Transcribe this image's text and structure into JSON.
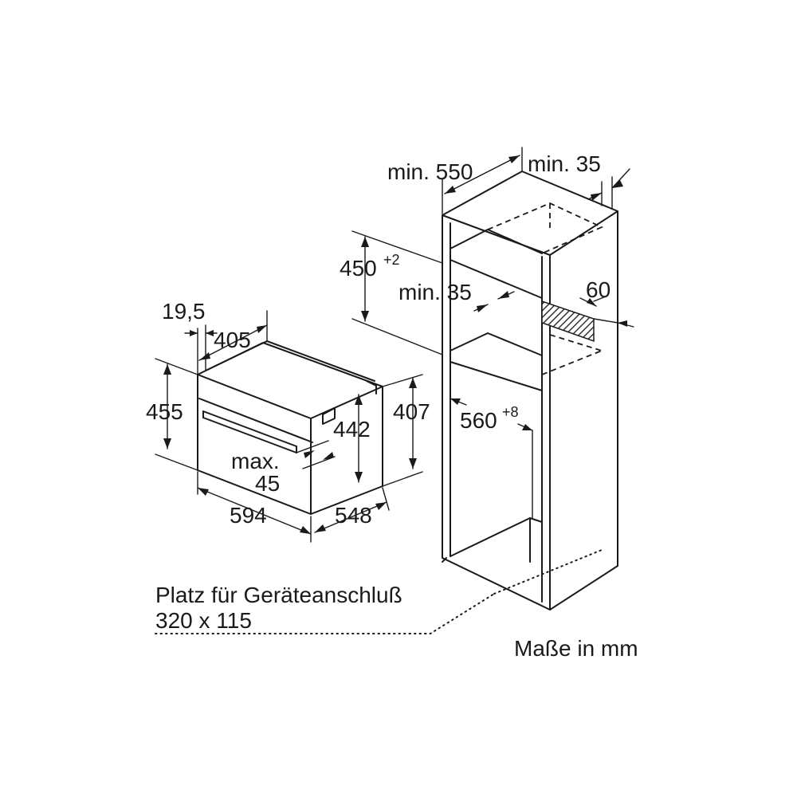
{
  "oven_dims": {
    "depth_front": "19,5",
    "depth_top": "405",
    "height_total": "455",
    "height_front": "442",
    "height_side": "407",
    "width": "594",
    "depth_body": "548",
    "door_gap_prefix": "max.",
    "door_gap_value": "45"
  },
  "cabinet_dims": {
    "depth": "min. 550",
    "back_gap": "min. 35",
    "niche_height": "450",
    "niche_height_tol": "+2",
    "shelf_gap": "min. 35",
    "vent_height": "60",
    "niche_width": "560",
    "niche_width_tol": "+8"
  },
  "notes": {
    "connection_line1": "Platz für Geräteanschluß",
    "connection_line2": "320 x 115",
    "units": "Maße in mm"
  },
  "colors": {
    "line": "#1a1a1a",
    "background": "#ffffff",
    "hatch": "#4a4a4a"
  }
}
